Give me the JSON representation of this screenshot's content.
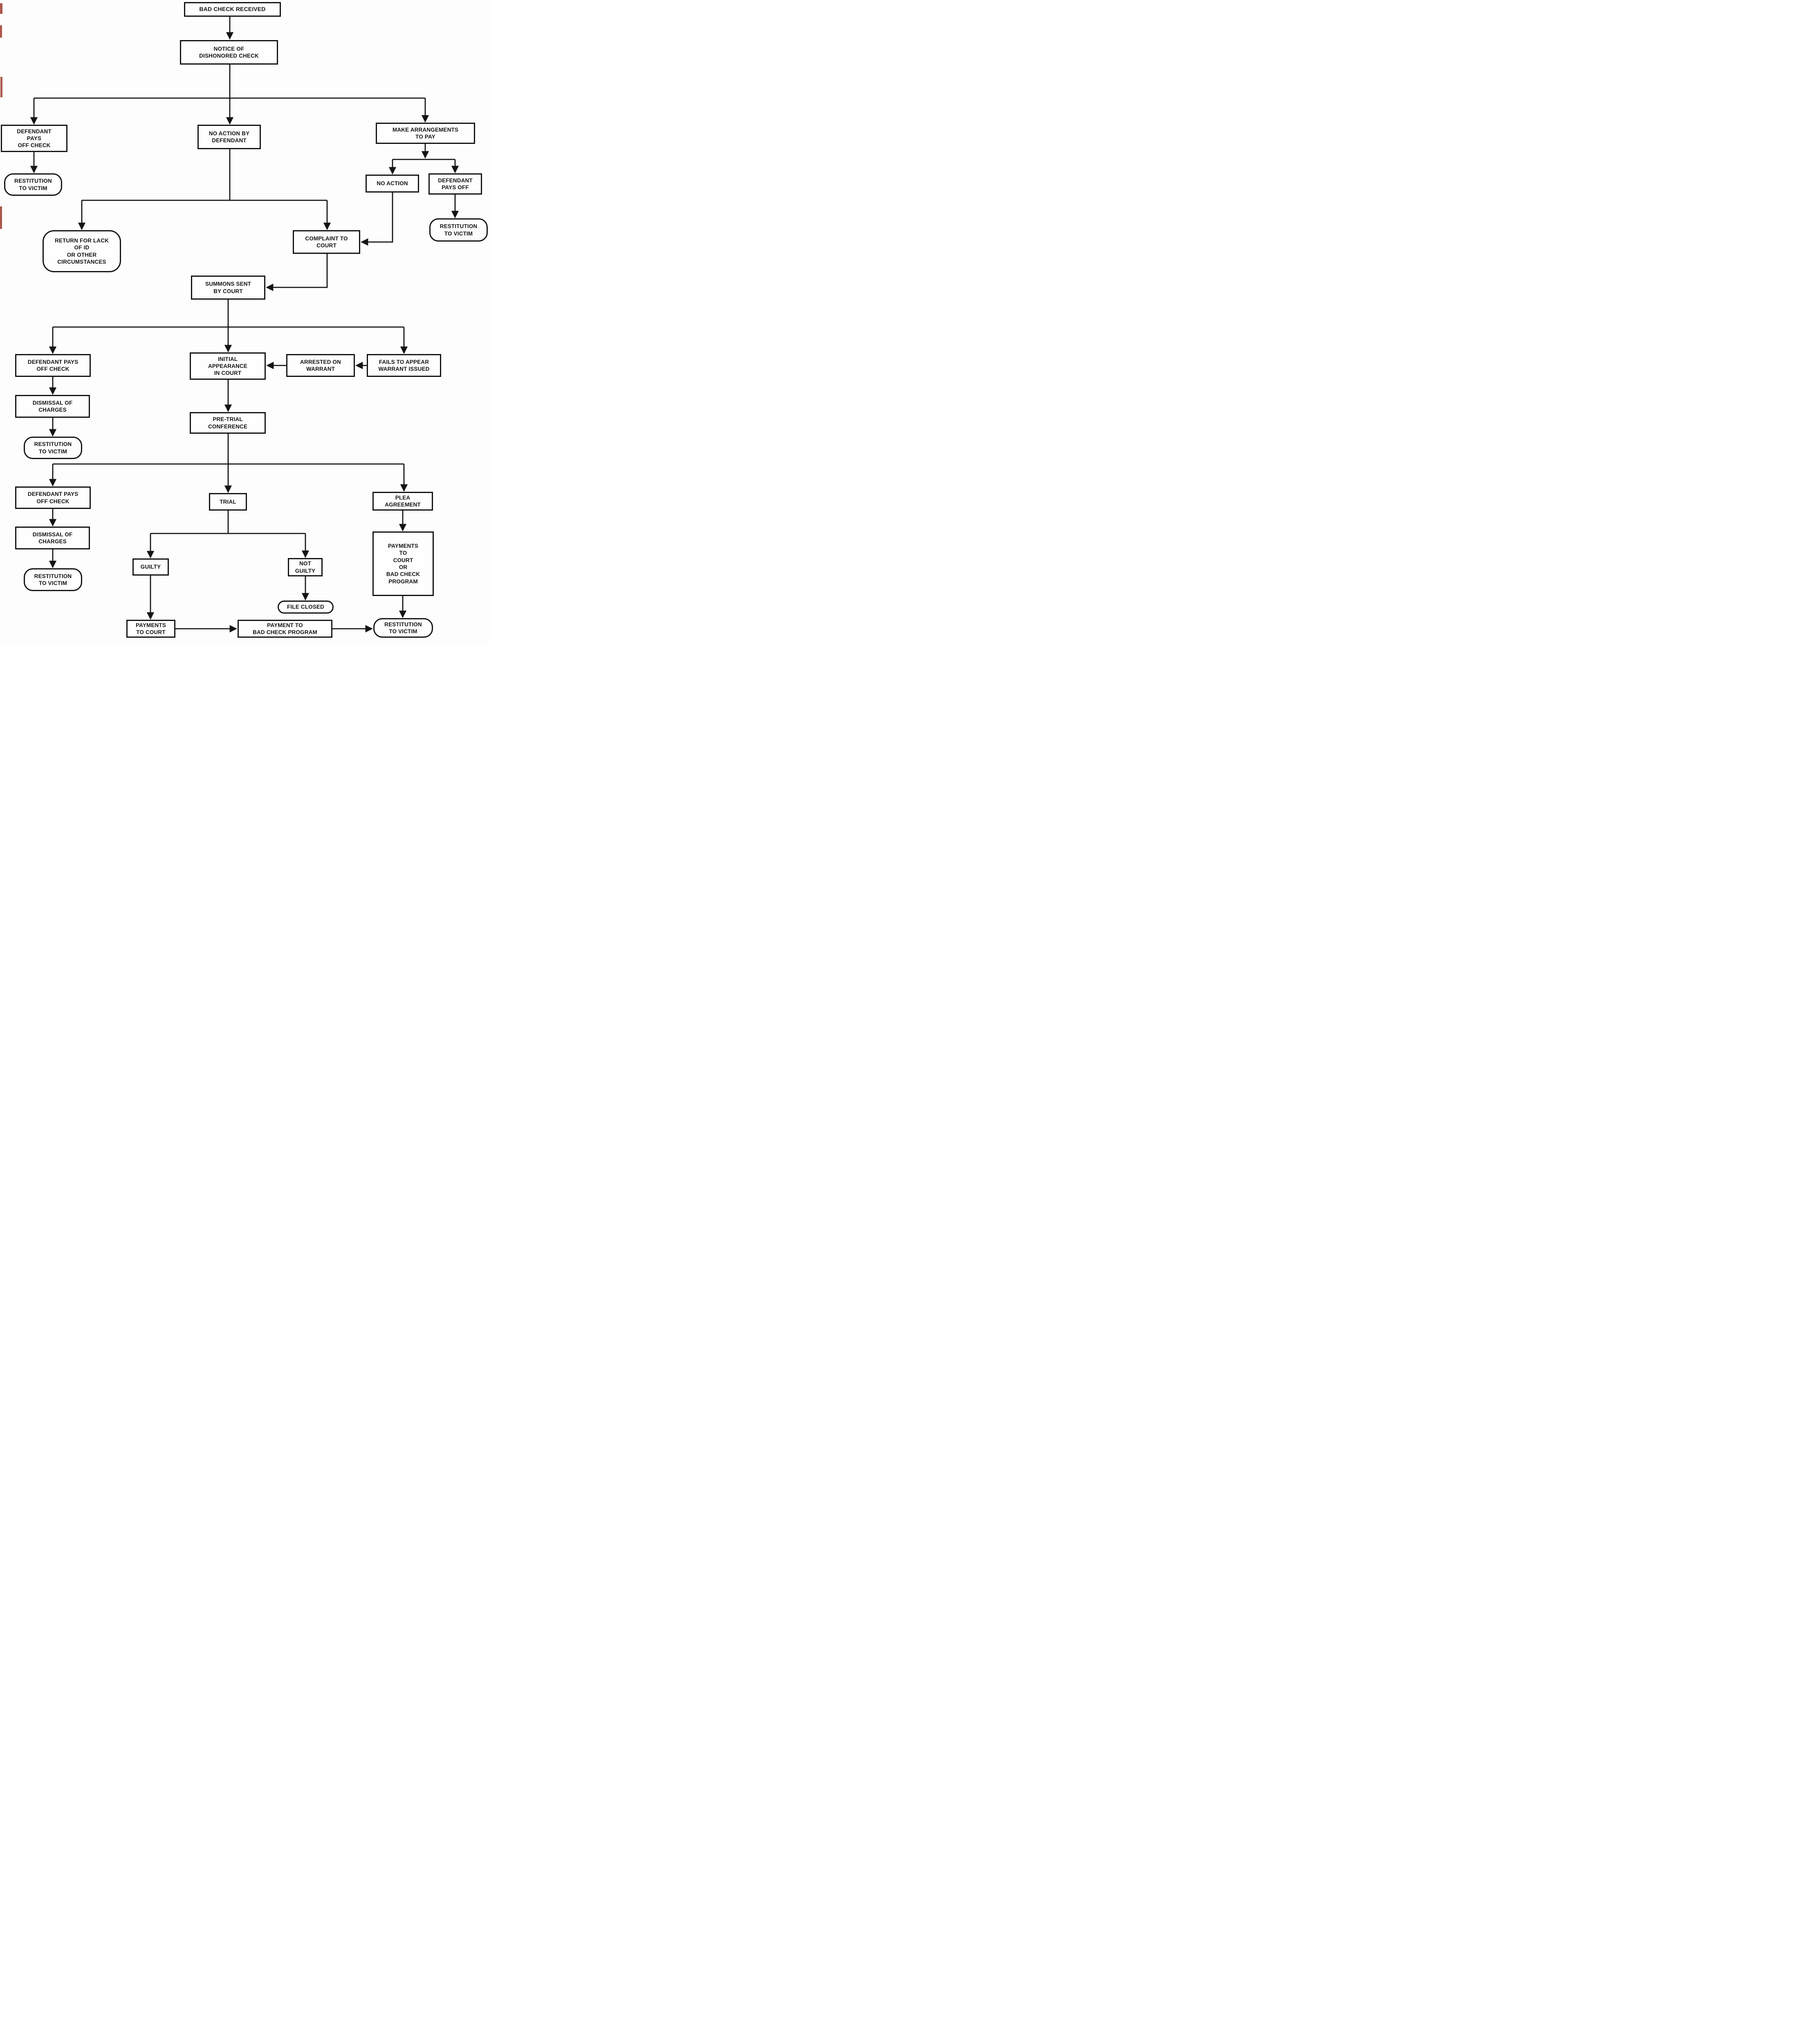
{
  "styles": {
    "ink": "#141414",
    "paper": "#fdfdfd",
    "artifact_red": "#9c3b2e"
  },
  "nodes": {
    "bad_check_received": "BAD CHECK RECEIVED",
    "notice_of_dishonored_check": "NOTICE OF\nDISHONORED CHECK",
    "defendant_pays_off_check_1": "DEFENDANT\nPAYS\nOFF CHECK",
    "restitution_to_victim_1": "RESTITUTION\nTO VICTIM",
    "no_action_by_defendant": "NO ACTION BY\nDEFENDANT",
    "make_arrangements_to_pay": "MAKE ARRANGEMENTS\nTO PAY",
    "no_action": "NO ACTION",
    "defendant_pays_off": "DEFENDANT\nPAYS OFF",
    "restitution_to_victim_2": "RESTITUTION\nTO VICTIM",
    "return_for_lack_of_id": "RETURN FOR LACK\nOF ID\nOR OTHER\nCIRCUMSTANCES",
    "complaint_to_court": "COMPLAINT TO\nCOURT",
    "summons_sent_by_court": "SUMMONS SENT\nBY COURT",
    "defendant_pays_off_check_2": "DEFENDANT PAYS\nOFF CHECK",
    "initial_appearance_in_court": "INITIAL\nAPPEARANCE\nIN COURT",
    "arrested_on_warrant": "ARRESTED ON\nWARRANT",
    "fails_to_appear_warrant_issued": "FAILS TO APPEAR\nWARRANT ISSUED",
    "dismissal_of_charges_1": "DISMISSAL OF\nCHARGES",
    "restitution_to_victim_3": "RESTITUTION\nTO VICTIM",
    "pre_trial_conference": "PRE-TRIAL\nCONFERENCE",
    "defendant_pays_off_check_3": "DEFENDANT PAYS\nOFF CHECK",
    "trial": "TRIAL",
    "plea_agreement": "PLEA\nAGREEMENT",
    "dismissal_of_charges_2": "DISMISSAL OF\nCHARGES",
    "restitution_to_victim_4": "RESTITUTION\nTO VICTIM",
    "guilty": "GUILTY",
    "not_guilty": "NOT\nGUILTY",
    "payments_to_court_or_bad_check_program": "PAYMENTS\nTO\nCOURT\nOR\nBAD CHECK\nPROGRAM",
    "file_closed": "FILE CLOSED",
    "payments_to_court": "PAYMENTS\nTO COURT",
    "payment_to_bad_check_program": "PAYMENT TO\nBAD CHECK PROGRAM",
    "restitution_to_victim_5": "RESTITUTION\nTO VICTIM"
  }
}
